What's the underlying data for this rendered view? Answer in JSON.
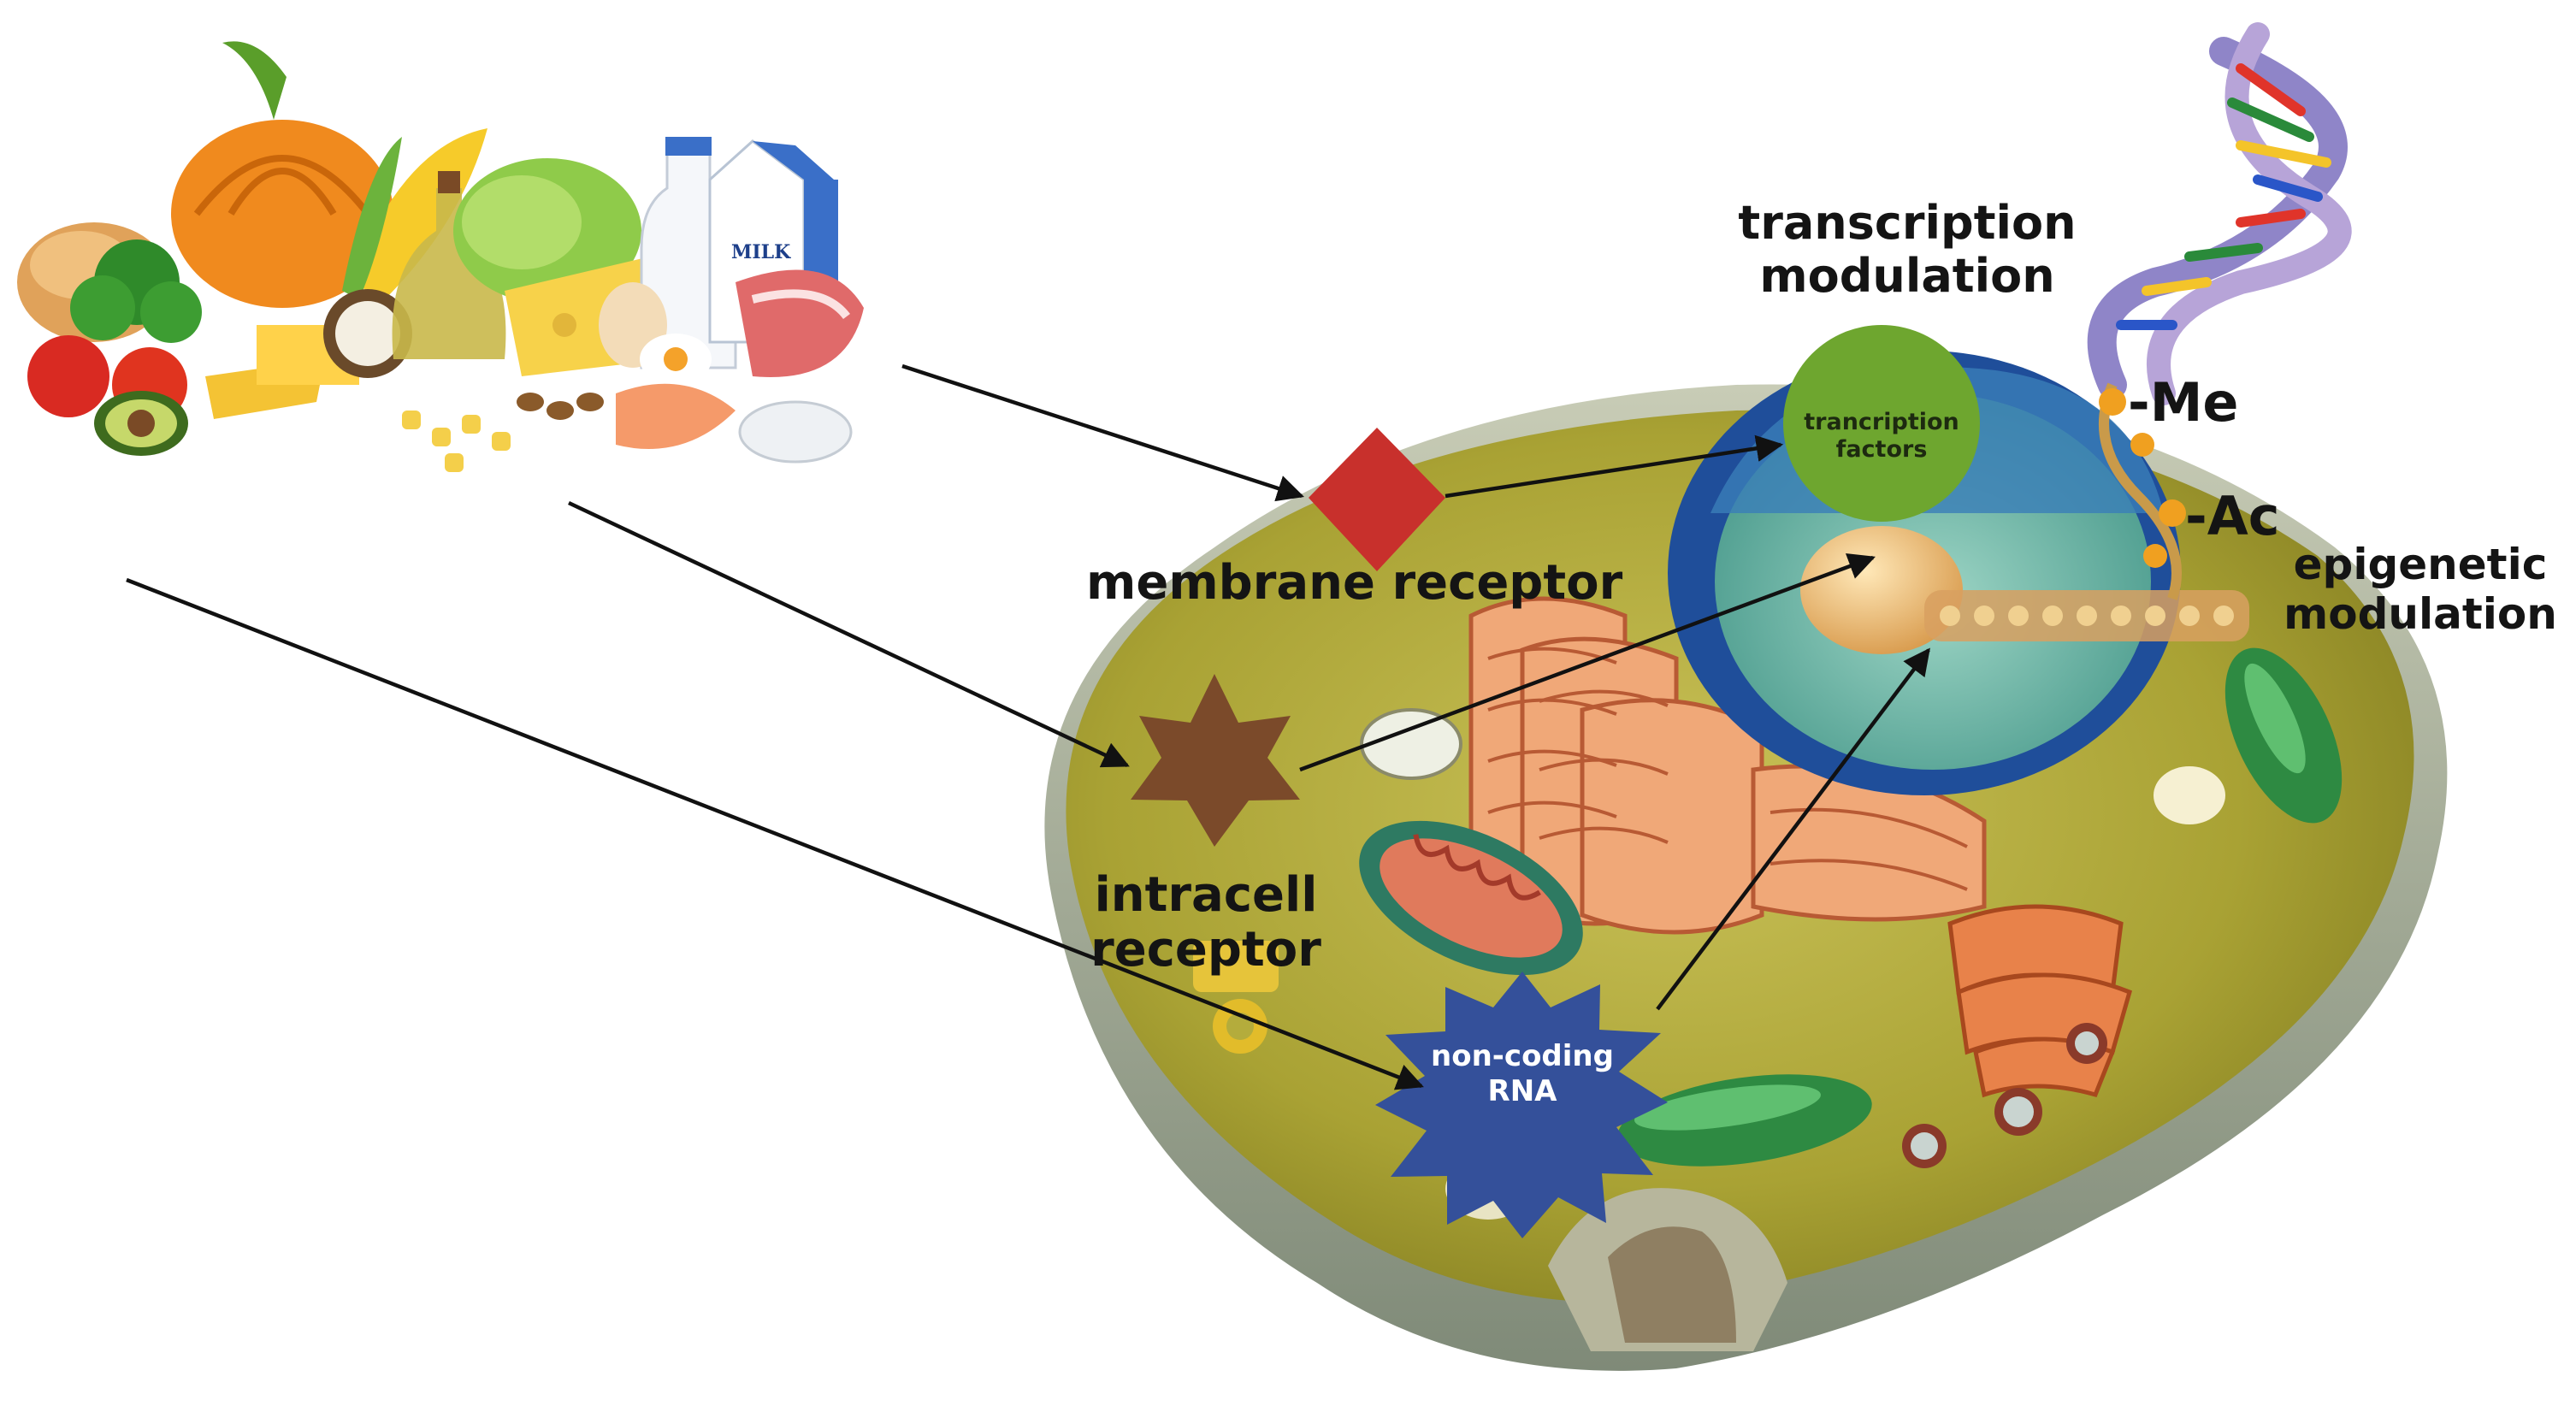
{
  "labels": {
    "membrane_receptor": "membrane receptor",
    "intracell_receptor": [
      "intracell",
      "receptor"
    ],
    "transcription_modulation": [
      "transcription",
      "modulation"
    ],
    "epigenetic_modulation": [
      "epigenetic",
      "modulation"
    ],
    "methyl": "-Me",
    "acetyl": "-Ac",
    "transcription_factors": [
      "trancription",
      "factors"
    ],
    "non_coding_rna": [
      "non-coding",
      "RNA"
    ],
    "milk_carton": "MILK"
  },
  "colors": {
    "membrane_receptor": "#c8302c",
    "intracell_receptor": "#7b4a2a",
    "transcription_factors": "#6ea62f",
    "non_coding_rna": "#34509a",
    "cytoplasm": "#b4ac3c",
    "nucleus_envelope": "#2a56a8",
    "arrow": "#111111"
  },
  "icons": [
    "food-illustration-icon",
    "cell-illustration-icon",
    "dna-helix-icon"
  ]
}
